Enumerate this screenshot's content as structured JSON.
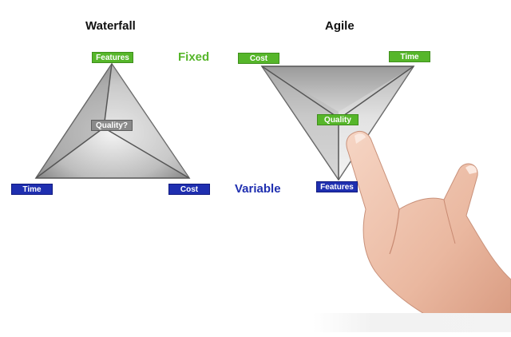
{
  "waterfall": {
    "title": "Waterfall",
    "features": "Features",
    "quality": "Quality?",
    "time": "Time",
    "cost": "Cost"
  },
  "agile": {
    "title": "Agile",
    "cost": "Cost",
    "time": "Time",
    "quality": "Quality",
    "features": "Features"
  },
  "legend": {
    "fixed": "Fixed",
    "variable": "Variable"
  },
  "colors": {
    "fixed_green": "#56b62a",
    "variable_blue": "#1f2fb0",
    "triangle_gray": "#9a9a9a"
  }
}
